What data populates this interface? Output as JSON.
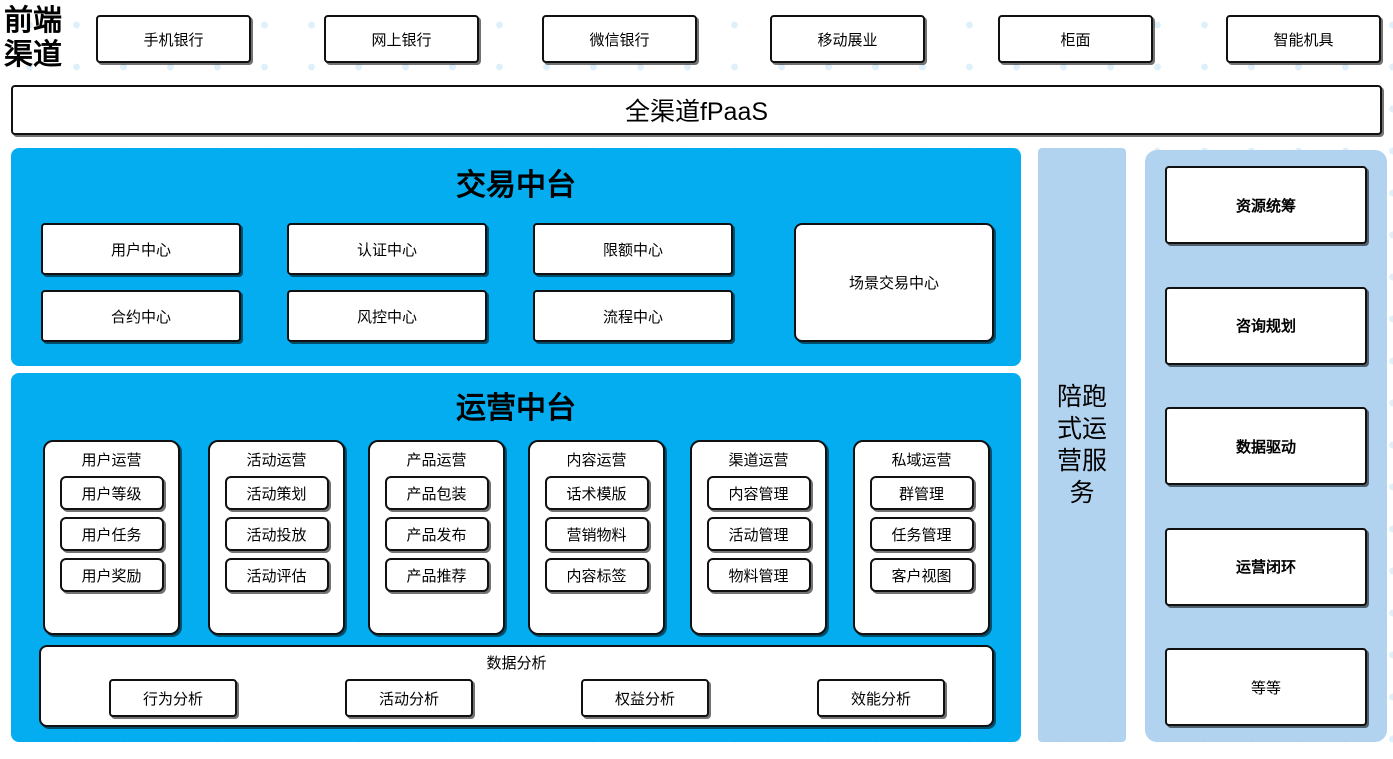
{
  "colors": {
    "primary_blue": "#03ADF0",
    "light_blue": "#B2D3EF",
    "dot_blue": "#DFF0FB",
    "box_border": "#111111",
    "box_fill": "#FFFFFF"
  },
  "channels": {
    "title": "前端渠道",
    "title_lines": [
      "前端",
      "渠道"
    ],
    "items": [
      {
        "label": "手机银行"
      },
      {
        "label": "网上银行"
      },
      {
        "label": "微信银行"
      },
      {
        "label": "移动展业"
      },
      {
        "label": "柜面"
      },
      {
        "label": "智能机具"
      }
    ]
  },
  "fpaas": {
    "label": "全渠道fPaaS"
  },
  "trade_center": {
    "title": "交易中台",
    "cells": [
      {
        "label": "用户中心"
      },
      {
        "label": "认证中心"
      },
      {
        "label": "限额中心"
      },
      {
        "label": "合约中心"
      },
      {
        "label": "风控中心"
      },
      {
        "label": "流程中心"
      }
    ],
    "wide_cell": {
      "label": "场景交易中心"
    }
  },
  "ops_center": {
    "title": "运营中台",
    "columns": [
      {
        "header": "用户运营",
        "items": [
          "用户等级",
          "用户任务",
          "用户奖励"
        ]
      },
      {
        "header": "活动运营",
        "items": [
          "活动策划",
          "活动投放",
          "活动评估"
        ]
      },
      {
        "header": "产品运营",
        "items": [
          "产品包装",
          "产品发布",
          "产品推荐"
        ]
      },
      {
        "header": "内容运营",
        "items": [
          "话术模版",
          "营销物料",
          "内容标签"
        ]
      },
      {
        "header": "渠道运营",
        "items": [
          "内容管理",
          "活动管理",
          "物料管理"
        ]
      },
      {
        "header": "私域运营",
        "items": [
          "群管理",
          "任务管理",
          "客户视图"
        ]
      }
    ],
    "data_analysis": {
      "title": "数据分析",
      "items": [
        "行为分析",
        "活动分析",
        "权益分析",
        "效能分析"
      ]
    }
  },
  "accompany_service": {
    "label": "陪跑式运营服务"
  },
  "services_column": {
    "cards": [
      {
        "label": "资源统筹",
        "bold": true
      },
      {
        "label": "咨询规划",
        "bold": true
      },
      {
        "label": "数据驱动",
        "bold": true
      },
      {
        "label": "运营闭环",
        "bold": true
      },
      {
        "label": "等等",
        "bold": false
      }
    ]
  }
}
